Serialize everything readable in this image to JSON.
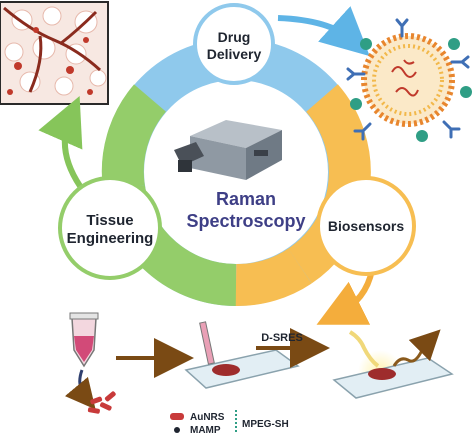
{
  "center": {
    "line1": "Raman",
    "line2": "Spectroscopy"
  },
  "nodes": {
    "drug_delivery": {
      "line1": "Drug",
      "line2": "Delivery"
    },
    "tissue_engineering": {
      "line1": "Tissue",
      "line2": "Engineering"
    },
    "biosensors": {
      "label": "Biosensors"
    }
  },
  "workflow": {
    "step_label": "D-SRES",
    "legend": {
      "aunrs": "AuNRS",
      "mamp": "MAMP",
      "mpeg": "MPEG-SH"
    }
  },
  "colors": {
    "ring_blue": "#8fc9ec",
    "ring_green": "#94cd6a",
    "ring_orange": "#f7be52",
    "center_text": "#3e3f86",
    "arrow_brown": "#7a4a14",
    "sample_red": "#c83a3a"
  }
}
